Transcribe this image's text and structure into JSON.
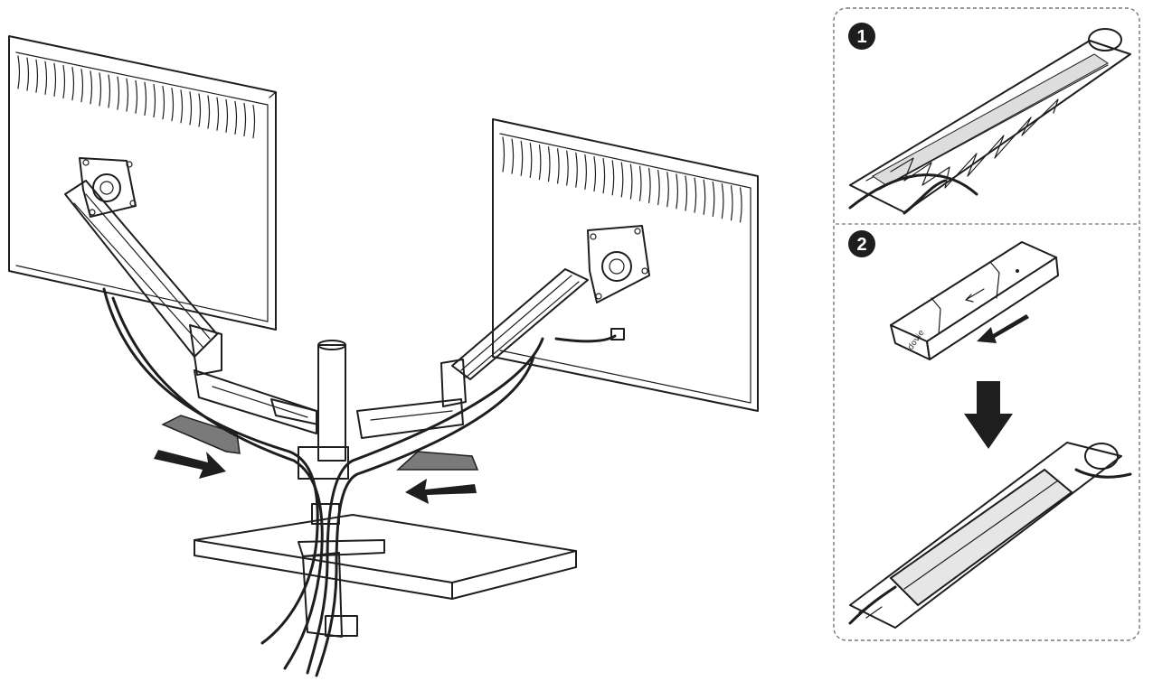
{
  "figure": {
    "steps": [
      {
        "number": "1",
        "icon": "numbered-circle-icon"
      },
      {
        "number": "2",
        "icon": "numbered-circle-icon"
      }
    ],
    "cover_label": "dovie",
    "colors": {
      "line": "#1e1e1e",
      "tray_fill": "#7a7a7a",
      "cover_fill": "#e6e6e6",
      "panel_border": "#777777",
      "arrow": "#1e1e1e"
    }
  }
}
